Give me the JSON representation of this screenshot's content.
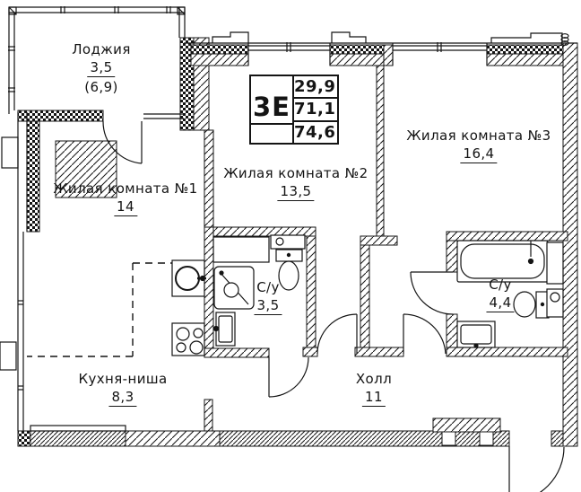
{
  "floor_plan": {
    "unit_label": "3Е",
    "areas_table": [
      "29,9",
      "71,1",
      "74,6"
    ],
    "rooms": {
      "loggia": {
        "name": "Лоджия",
        "area": "3,5",
        "area_alt": "(6,9)"
      },
      "room1": {
        "name": "Жилая комната №1",
        "area": "14"
      },
      "room2": {
        "name": "Жилая комната №2",
        "area": "13,5"
      },
      "room3": {
        "name": "Жилая комната №3",
        "area": "16,4"
      },
      "bath1": {
        "name": "С/у",
        "area": "3,5"
      },
      "bath2": {
        "name": "С/у",
        "area": "4,4"
      },
      "kitchen": {
        "name": "Кухня-ниша",
        "area": "8,3"
      },
      "hall": {
        "name": "Холл",
        "area": "11"
      }
    },
    "colors": {
      "line": "#141414",
      "background": "#ffffff"
    }
  }
}
